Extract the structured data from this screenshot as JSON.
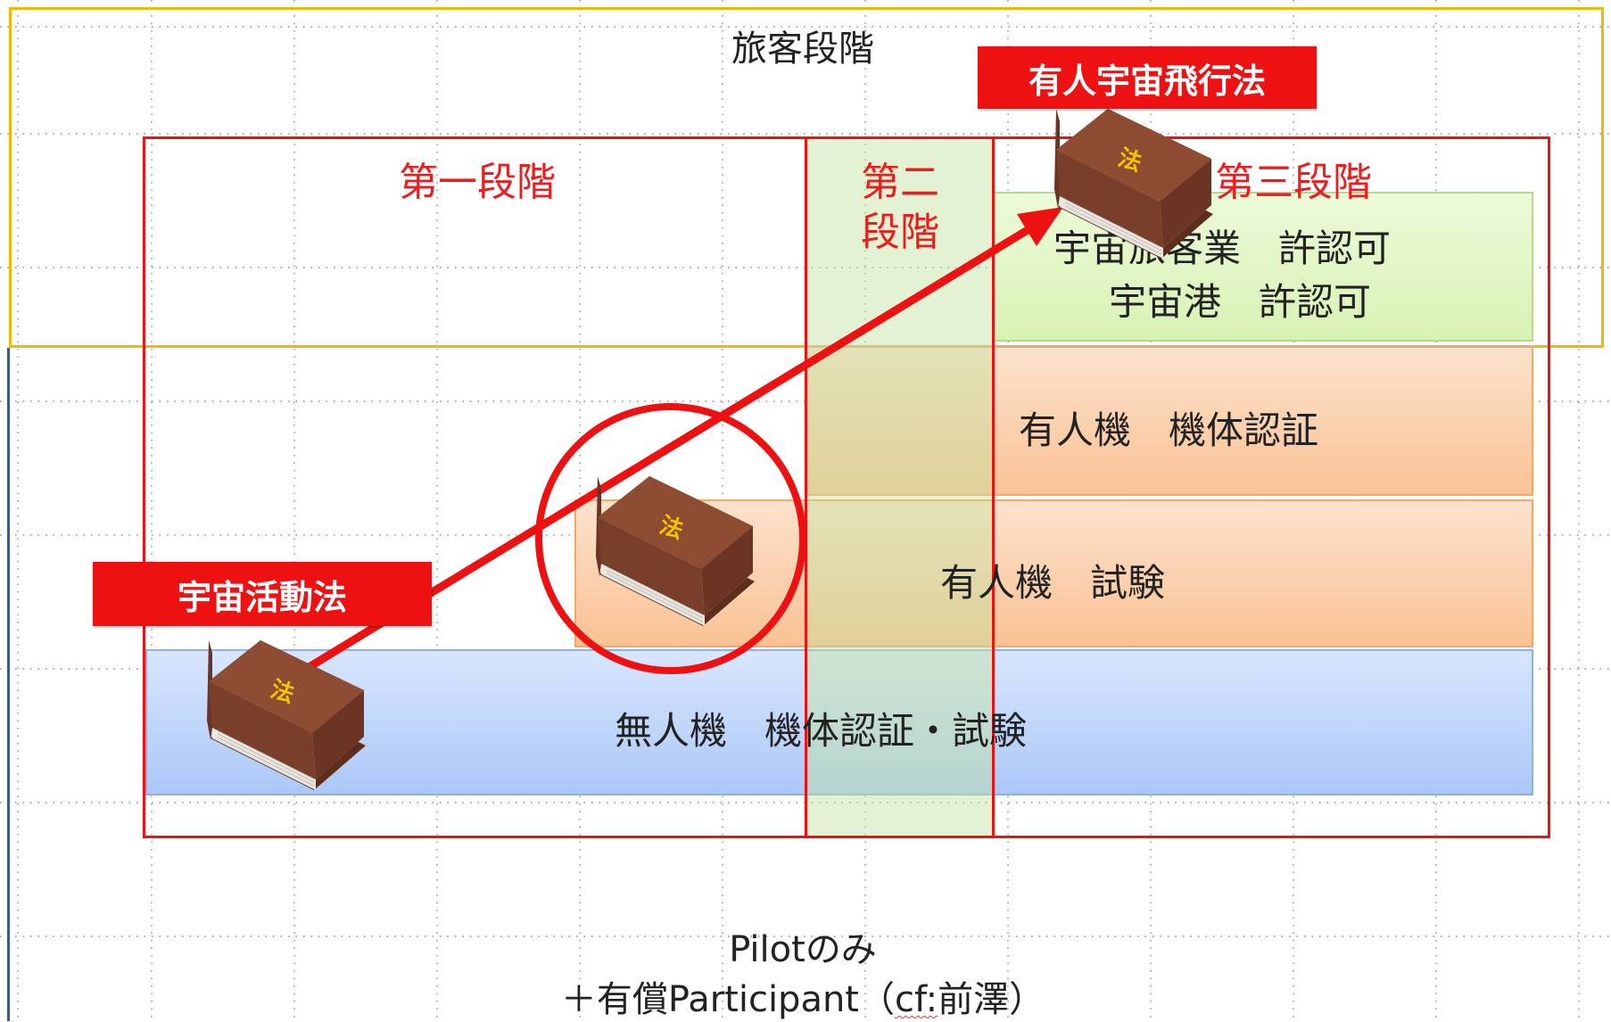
{
  "passenger_stage": {
    "title": "旅客段階"
  },
  "stages": {
    "first": "第一段階",
    "second_line1": "第二",
    "second_line2": "段階",
    "third": "第三段階"
  },
  "boxes": {
    "space_license_line1": "宇宙旅客業　許認可",
    "space_license_line2": "宇宙港　許認可",
    "manned_cert": "有人機　機体認証",
    "manned_test": "有人機　試験",
    "unmanned": "無人機　機体認証・試験"
  },
  "laws": {
    "space_activities_act": "宇宙活動法",
    "human_spaceflight_act": "有人宇宙飛行法",
    "book_glyph": "法"
  },
  "footer": {
    "line1": "Pilotのみ",
    "line2_prefix": "＋有償Participant（",
    "line2_underlined": "cf:",
    "line2_suffix": "前澤）"
  },
  "colors": {
    "accent_red": "#ee1111",
    "passenger_frame": "#f5b800",
    "left_frame": "#3b5a86",
    "green_box": "#e4f6c8",
    "orange_box": "#fbcfa8",
    "blue_box": "#bcd2fb",
    "book_cover": "#7a3f2a",
    "book_glyph": "#f5c400"
  },
  "icons": [
    "law-book-icon",
    "arrow-icon",
    "highlight-circle"
  ]
}
